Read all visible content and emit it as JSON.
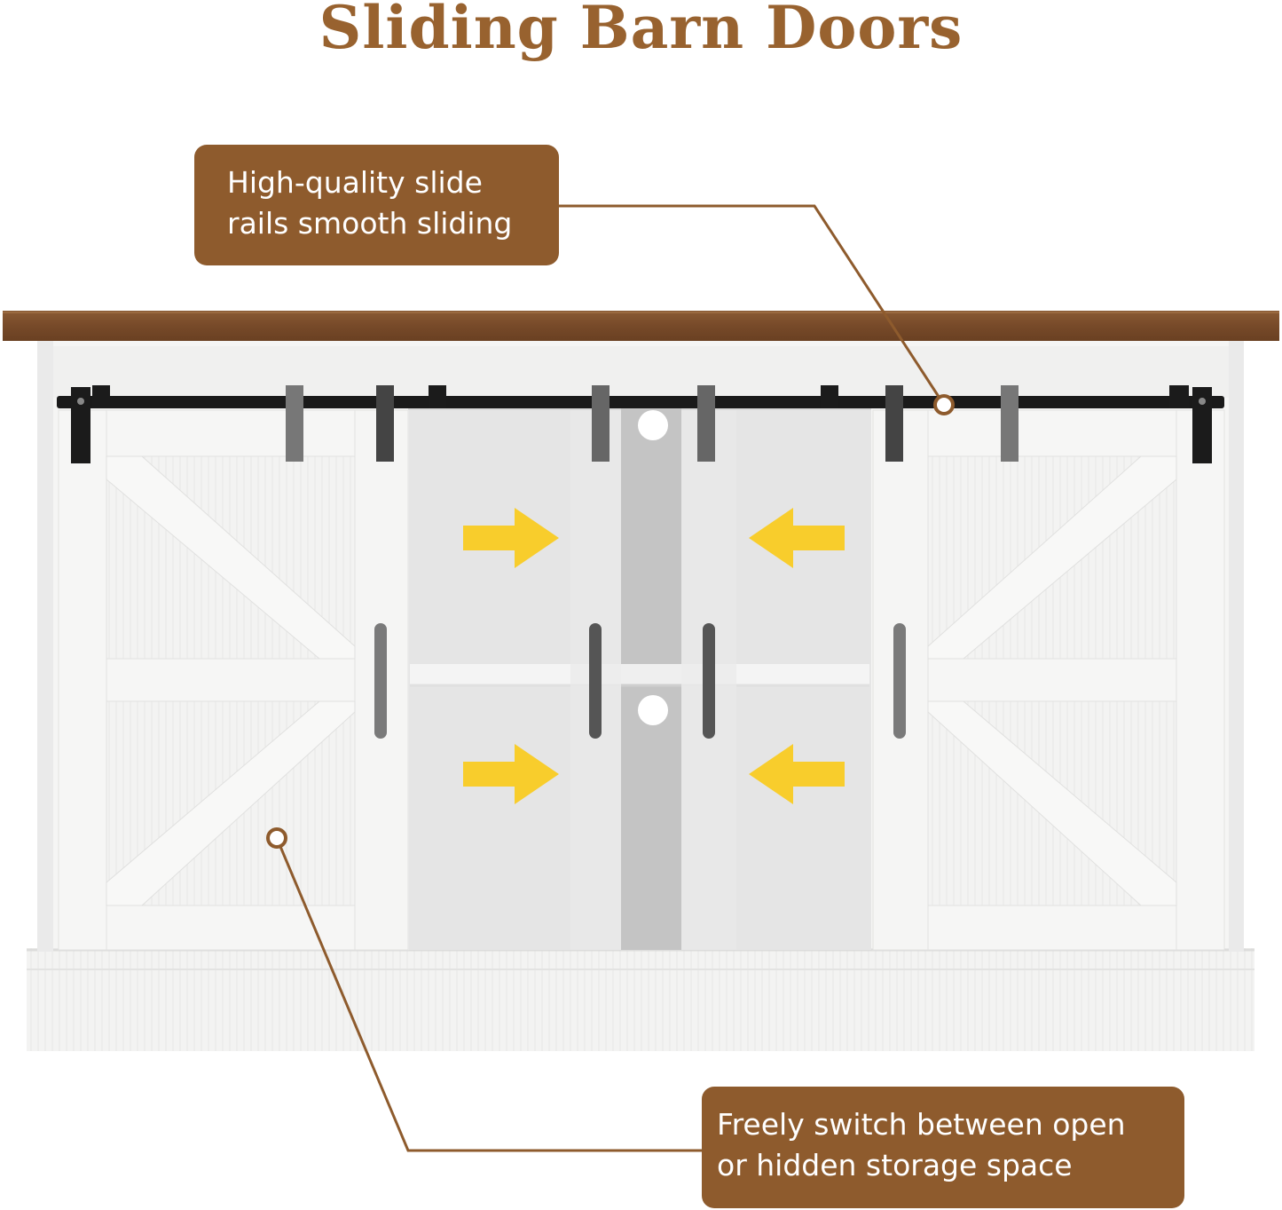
{
  "title": "Sliding Barn Doors",
  "callouts": {
    "top": {
      "line1": "High-quality slide",
      "line2": "rails smooth sliding"
    },
    "bottom": {
      "line1": "Freely switch between open",
      "line2": "or hidden storage space"
    }
  },
  "colors": {
    "accent_brown": "#8e5b2d",
    "title_brown": "#98622f",
    "arrow_yellow": "#f8cd2c",
    "rail_black": "#1a1a1a",
    "cabinet_white": "#f1f1f0",
    "wood_top": "#7c4f2d"
  },
  "icons": [
    "slide-rail-icon",
    "right-arrow-icon",
    "left-arrow-icon",
    "pointer-dot-icon"
  ]
}
